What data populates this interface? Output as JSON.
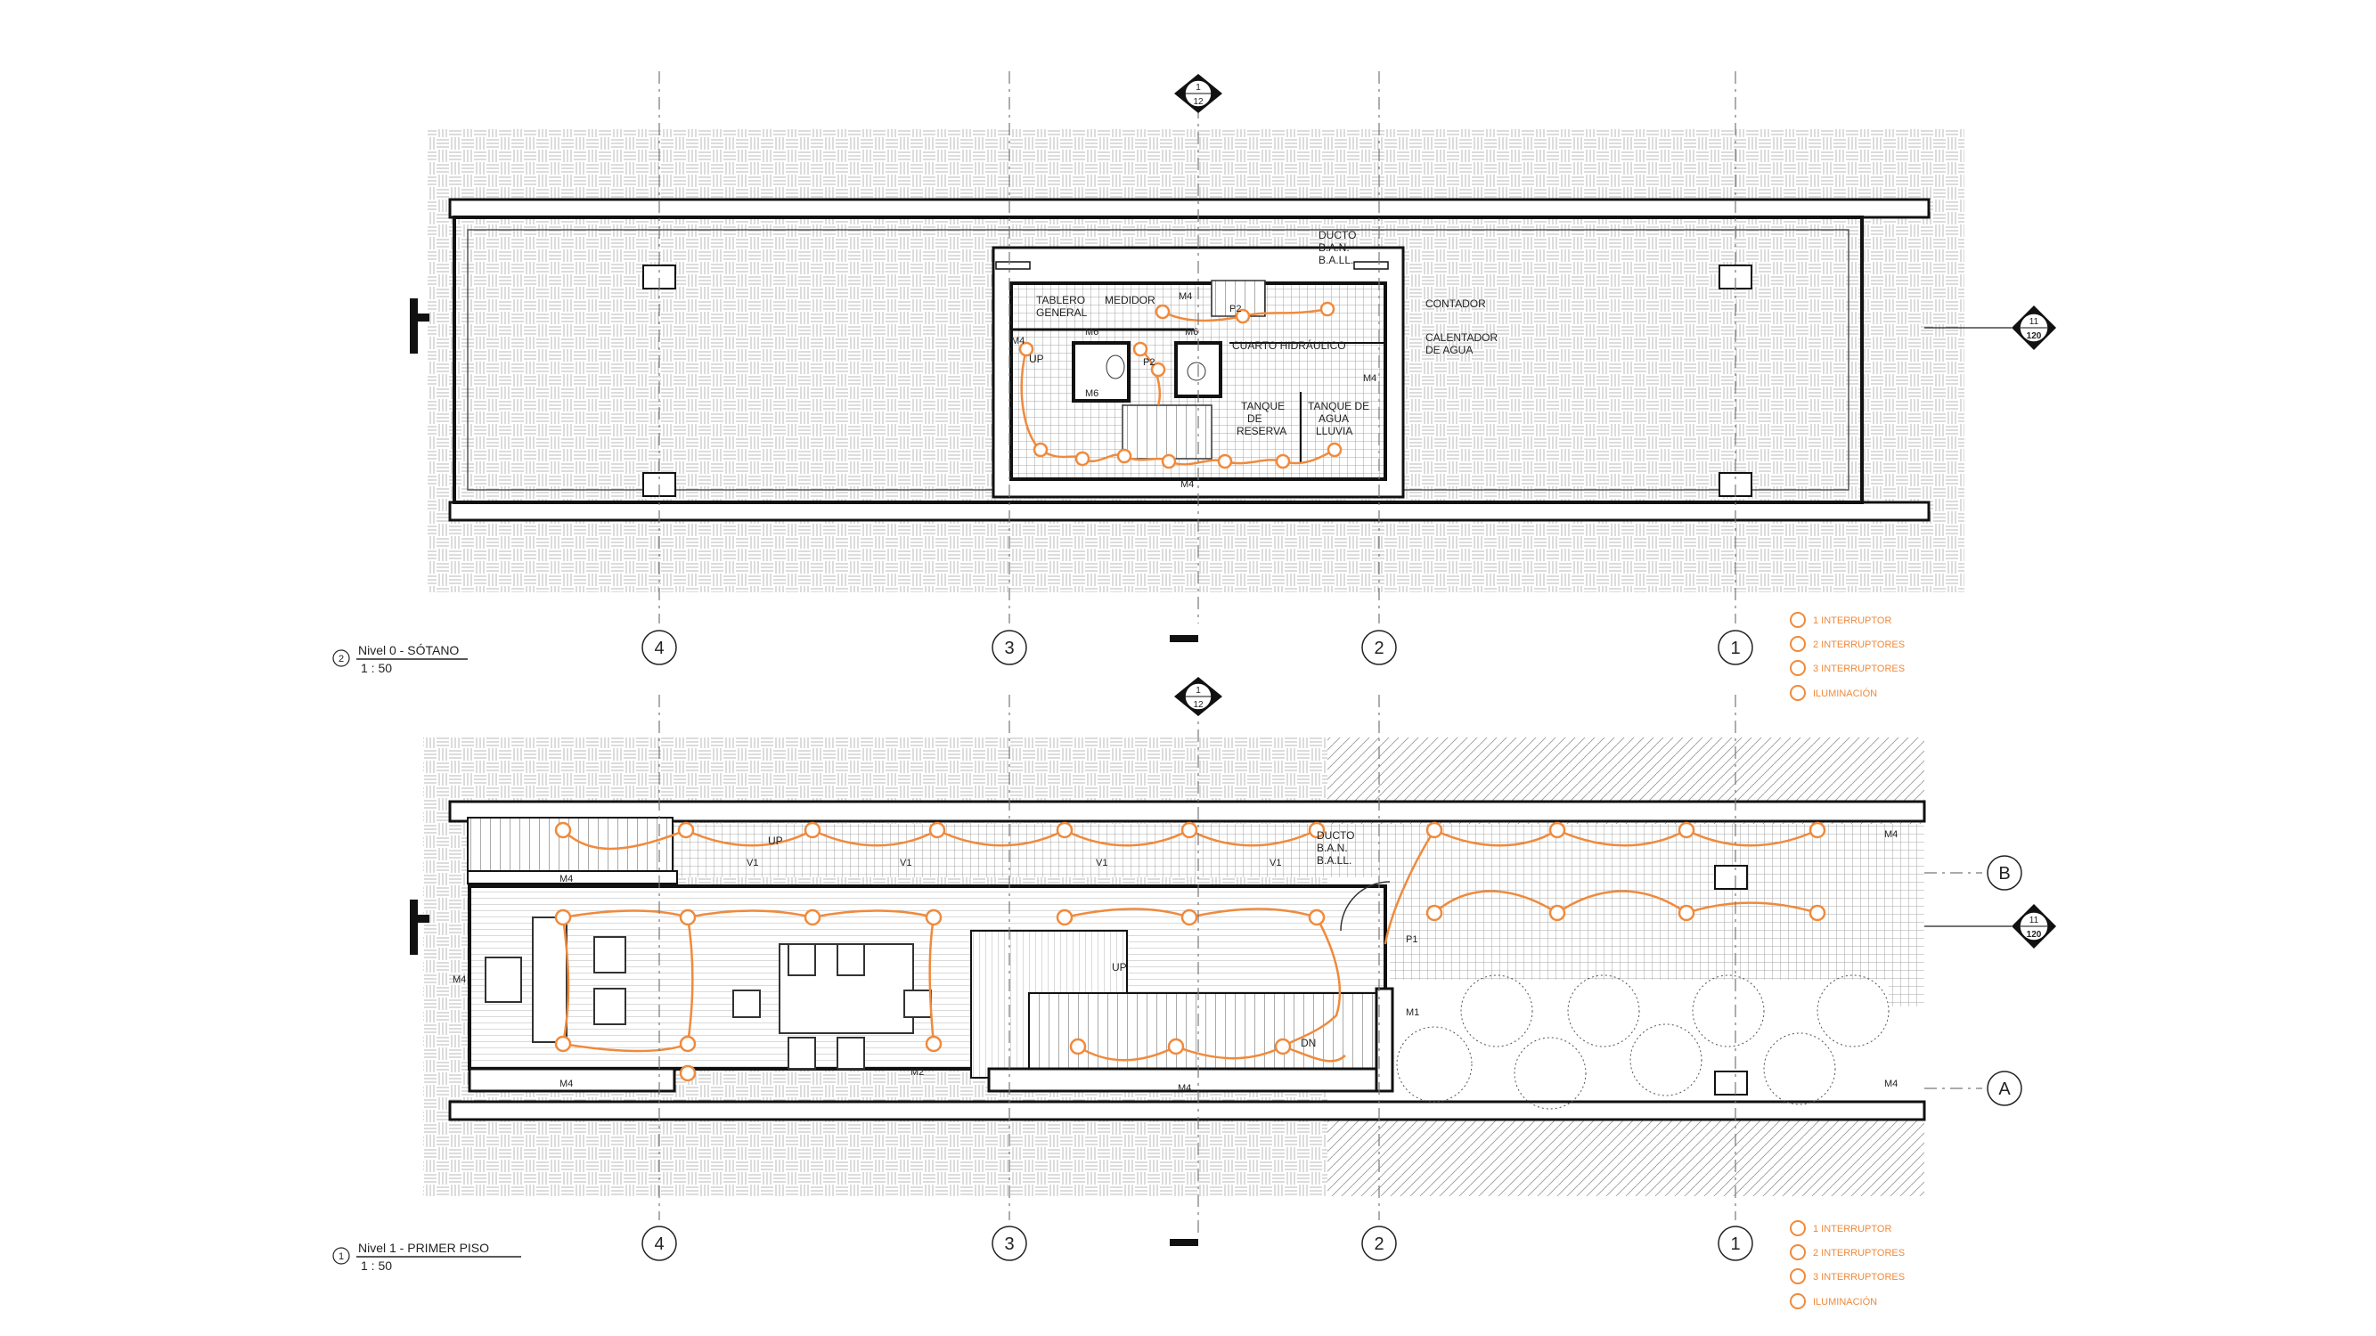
{
  "colors": {
    "ink": "#222222",
    "electrical": "#f08a3c",
    "hatch": "#b9b9b9",
    "paper": "#ffffff"
  },
  "grid_labels": [
    "4",
    "3",
    "2",
    "1"
  ],
  "row_labels": [
    "B",
    "A"
  ],
  "section_marker": {
    "top": "1",
    "bottom": "12"
  },
  "elevation_marker": {
    "top": "11",
    "bottom": "120"
  },
  "plans": [
    {
      "view_number": "2",
      "title": "Nivel 0 - SÓTANO",
      "scale": "1 : 50",
      "rooms": {
        "ducto": [
          "DUCTO",
          "B.A.N.",
          "B.A.LL."
        ],
        "tablero": [
          "TABLERO",
          "GENERAL"
        ],
        "medidor": "MEDIDOR",
        "contador": "CONTADOR",
        "calentador": [
          "CALENTADOR",
          "DE AGUA"
        ],
        "cuarto": "CUARTO HIDRÁULICO",
        "tanque_reserva": [
          "TANQUE",
          "DE",
          "RESERVA"
        ],
        "tanque_lluvia": [
          "TANQUE DE",
          "AGUA",
          "LLUVIA"
        ],
        "up": "UP"
      },
      "tags": [
        "M4",
        "M6",
        "M6",
        "M6",
        "M4",
        "M4",
        "M4",
        "P2",
        "P2"
      ]
    },
    {
      "view_number": "1",
      "title": "Nivel 1 - PRIMER PISO",
      "scale": "1 : 50",
      "rooms": {
        "ducto": [
          "DUCTO",
          "B.A.N.",
          "B.A.LL."
        ],
        "up_stair": "UP",
        "up_main": "UP",
        "dn": "DN"
      },
      "tags": [
        "M4",
        "M4",
        "M4",
        "M4",
        "M4",
        "M4",
        "M2",
        "M1",
        "P1",
        "V1",
        "V1",
        "V1",
        "V1"
      ]
    }
  ],
  "legend": {
    "items": [
      "1 INTERRUPTOR",
      "2 INTERRUPTORES",
      "3 INTERRUPTORES",
      "ILUMINACIÓN"
    ]
  }
}
